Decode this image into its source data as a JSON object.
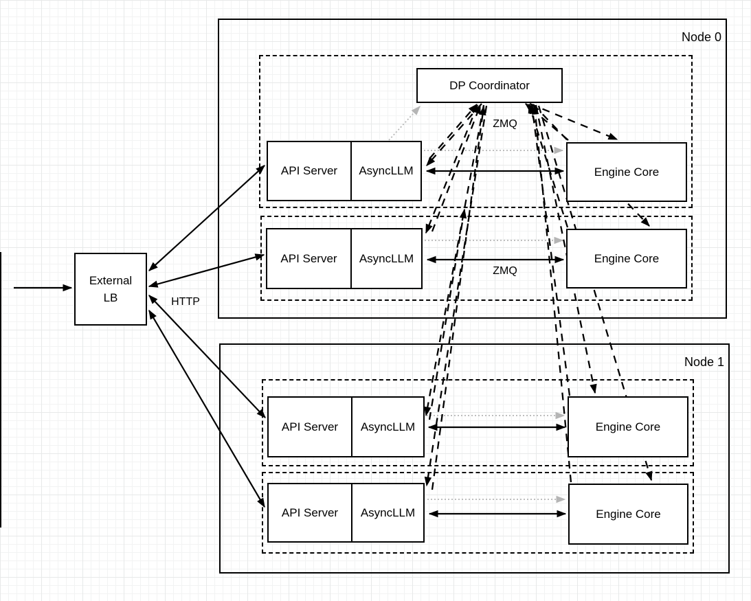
{
  "diagram": {
    "external_lb": {
      "line1": "External",
      "line2": "LB"
    },
    "coordinator": {
      "label": "DP Coordinator"
    },
    "edge_labels": {
      "http": "HTTP",
      "zmq_coordinator": "ZMQ",
      "zmq_row": "ZMQ"
    },
    "nodes": [
      {
        "label": "Node 0",
        "rows": [
          {
            "api_server": "API Server",
            "asyncllm": "AsyncLLM",
            "engine_core": "Engine Core"
          },
          {
            "api_server": "API Server",
            "asyncllm": "AsyncLLM",
            "engine_core": "Engine Core"
          }
        ]
      },
      {
        "label": "Node 1",
        "rows": [
          {
            "api_server": "API Server",
            "asyncllm": "AsyncLLM",
            "engine_core": "Engine Core"
          },
          {
            "api_server": "API Server",
            "asyncllm": "AsyncLLM",
            "engine_core": "Engine Core"
          }
        ]
      }
    ],
    "colors": {
      "line": "#000000",
      "gray_dotted": "#b5b5b5",
      "background": "#ffffff",
      "grid_minor": "#f2f3f3",
      "grid_major": "#e7e9e9"
    }
  }
}
